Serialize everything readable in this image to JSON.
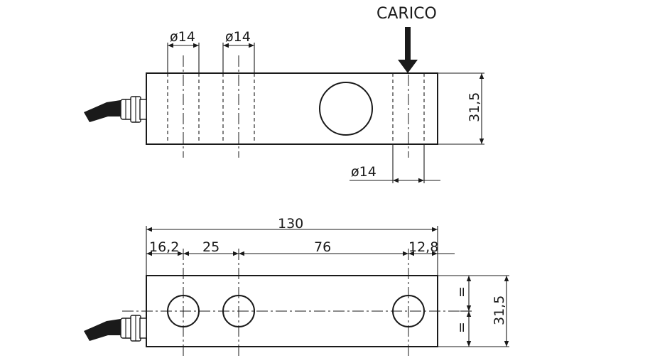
{
  "labels": {
    "load": "CARICO",
    "hole_dia_1": "ø14",
    "hole_dia_2": "ø14",
    "hole_dia_load": "ø14",
    "height_top": "31,5",
    "total_length": "130",
    "dim_a": "16,2",
    "dim_b": "25",
    "dim_c": "76",
    "dim_d": "12,8",
    "equal_upper": "=",
    "equal_lower": "=",
    "height_bottom": "31,5"
  },
  "icons": {
    "load_arrow": "down-arrow-icon",
    "cable": "cable-icon",
    "cable_gland": "cable-gland-icon"
  }
}
